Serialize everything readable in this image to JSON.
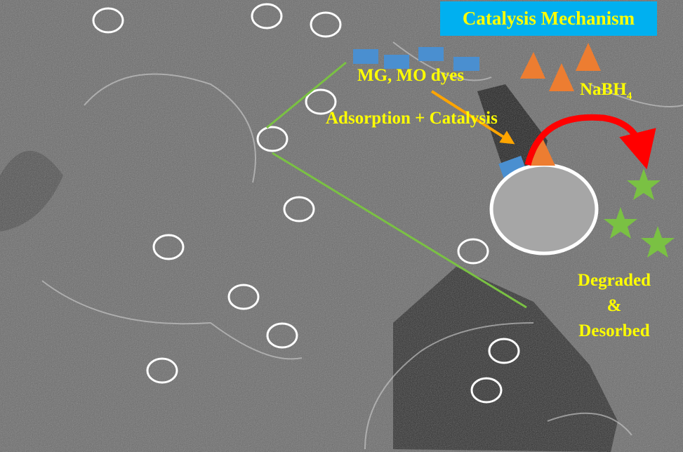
{
  "title": "Catalysis Mechanism",
  "labels": {
    "dyes": "MG, MO dyes",
    "reductant": "NaBH",
    "reductant_subscript": "4",
    "process": "Adsorption + Catalysis",
    "result_line1": "Degraded",
    "result_line2": "&",
    "result_line3": "Desorbed"
  },
  "colors": {
    "title_bg": "#00b0f0",
    "text": "#ffff00",
    "dye": "#4a8fd0",
    "nabh4": "#ed7d31",
    "product": "#7ac143",
    "arrow_curved": "#ff0000",
    "arrow_straight": "#ffa500",
    "zoom_lines": "#7ac143",
    "particle": "#a6a6a6"
  }
}
